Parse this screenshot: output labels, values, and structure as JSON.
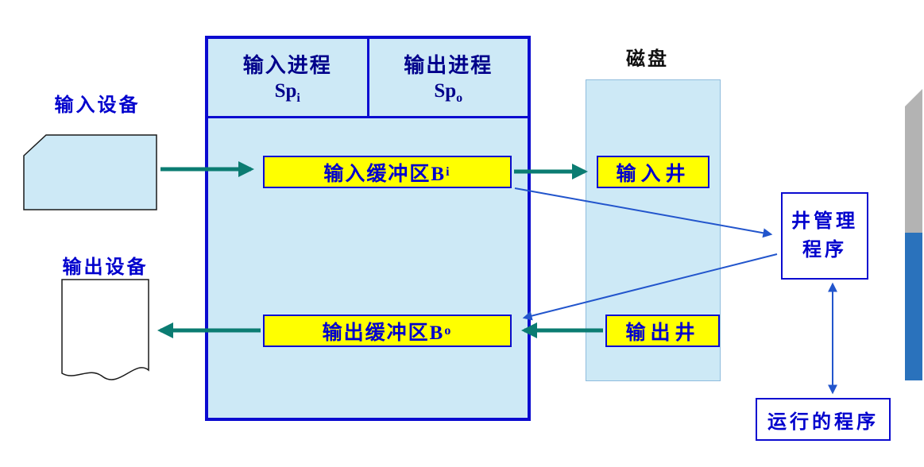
{
  "colors": {
    "main_border_blue": "#0b0bd0",
    "light_blue_fill": "#cde9f6",
    "yellow_fill": "#ffff00",
    "teal_arrow": "#0b7c72",
    "thin_arrow_blue": "#2255cc",
    "label_blue": "#0000cd",
    "header_navy": "#00008b",
    "stripe_gray": "#b3b3b3",
    "stripe_blue": "#2a72bc"
  },
  "devices": {
    "input_device_label": "输入设备",
    "output_device_label": "输出设备"
  },
  "spool_box": {
    "input_process": {
      "title": "输入进程",
      "name_main": "Sp",
      "name_sub": "i"
    },
    "output_process": {
      "title": "输出进程",
      "name_main": "Sp",
      "name_sub": "o"
    },
    "input_buffer": {
      "label_main": "输入缓冲区B",
      "label_sub": "i"
    },
    "output_buffer": {
      "label_main": "输出缓冲区B",
      "label_sub": "o"
    }
  },
  "disk": {
    "label": "磁盘",
    "input_well": "输入井",
    "output_well": "输出井"
  },
  "well_manager": {
    "line1": "井管理",
    "line2": "程序"
  },
  "running_program": {
    "label": "运行的程序"
  }
}
